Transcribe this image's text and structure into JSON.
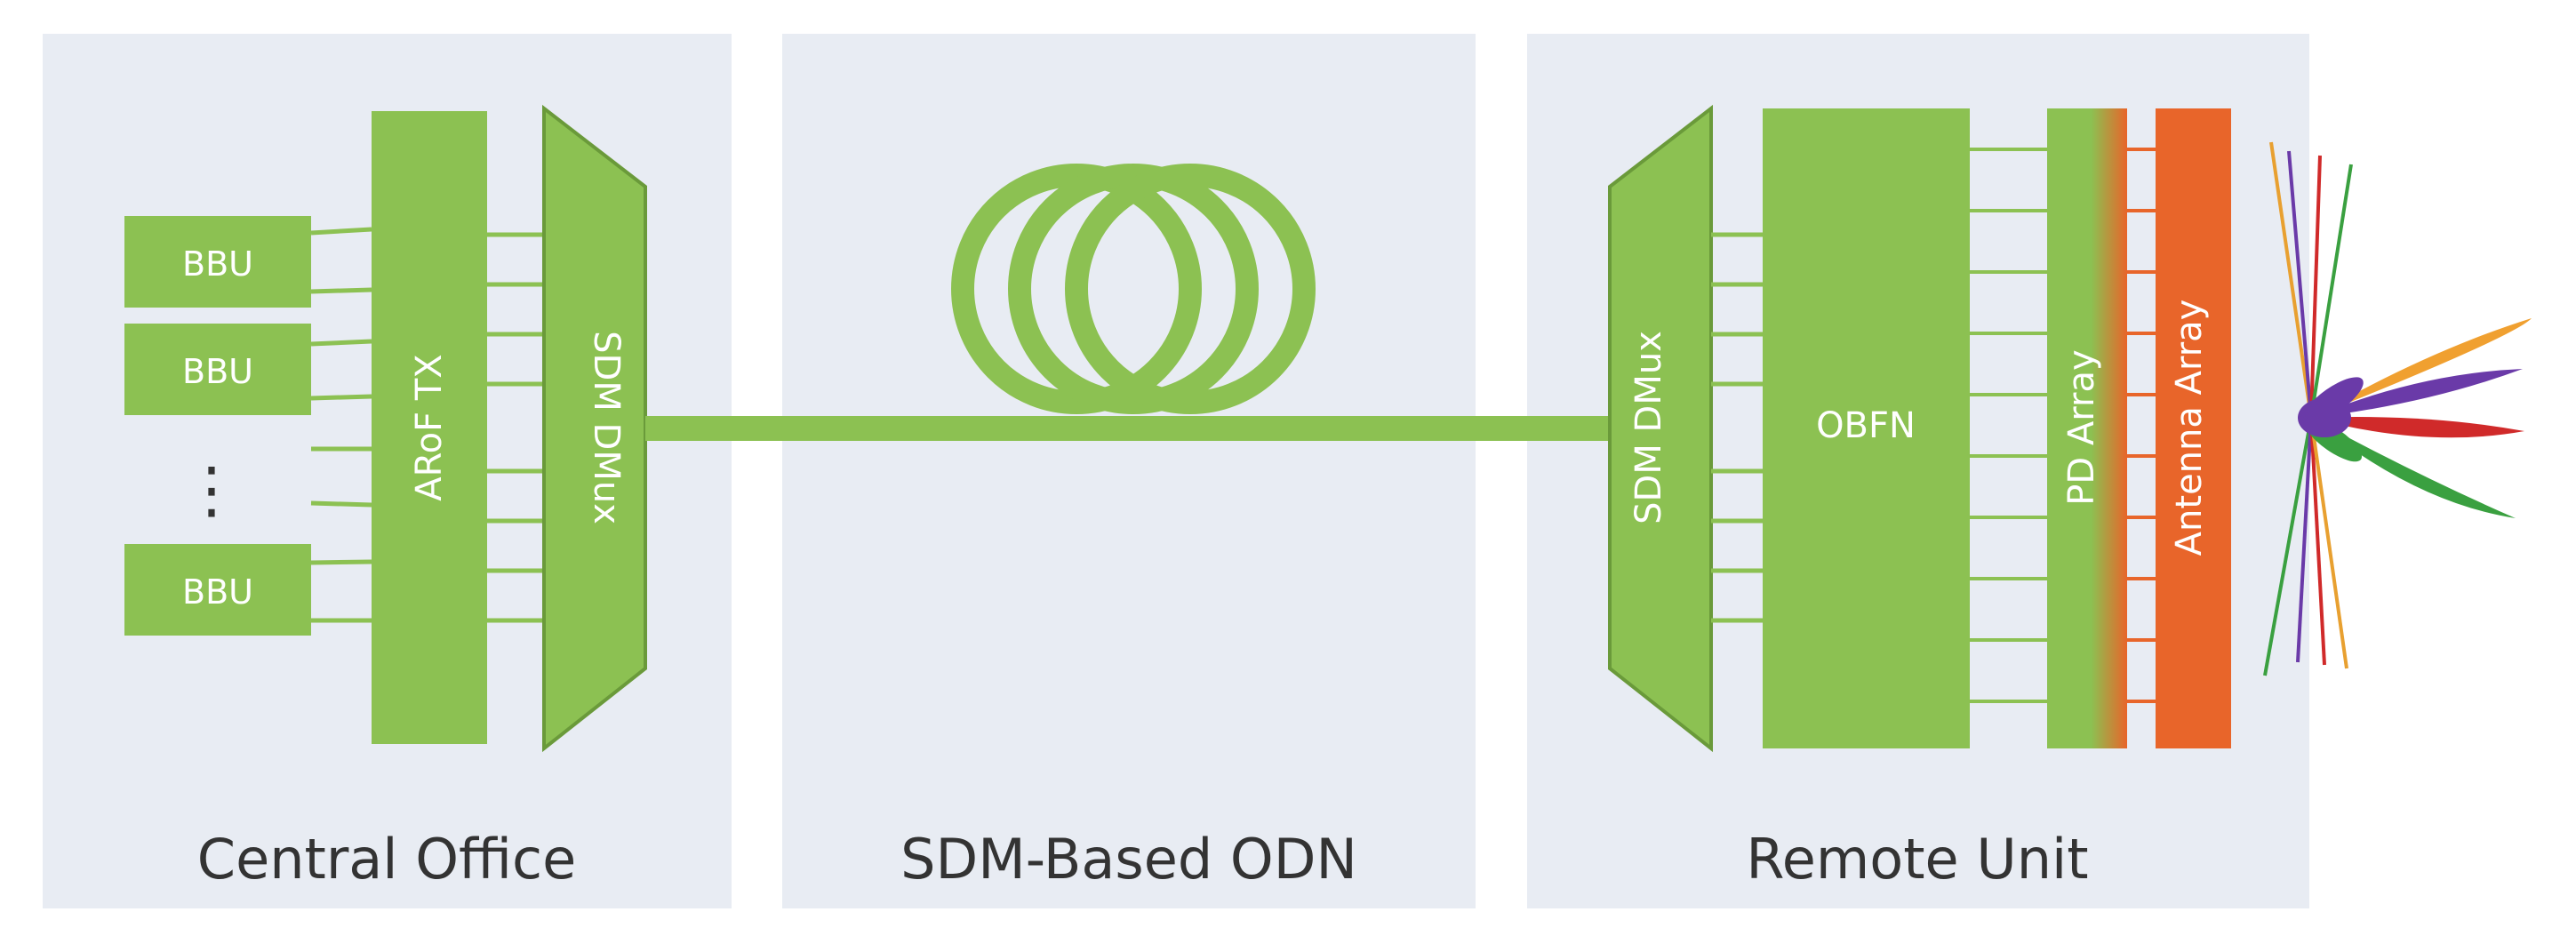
{
  "panels": {
    "central_office": "Central Office",
    "odn": "SDM-Based ODN",
    "remote_unit": "Remote Unit"
  },
  "central_office": {
    "bbu_label": "BBU",
    "ellipsis": "⋮",
    "arof_tx": "ARoF TX",
    "sdm_dmux": "SDM DMux"
  },
  "remote_unit": {
    "sdm_dmux": "SDM DMux",
    "obfn": "OBFN",
    "pd_array": "PD Array",
    "antenna_array": "Antenna Array"
  },
  "colors": {
    "panel_bg": "#e8ecf3",
    "green": "#8cc152",
    "green_dark": "#6a9a3a",
    "orange": "#e8652a",
    "beam_purple": "#6a3aa8",
    "beam_orange": "#f0a030",
    "beam_red": "#d02a2a",
    "beam_green": "#3aa040"
  }
}
